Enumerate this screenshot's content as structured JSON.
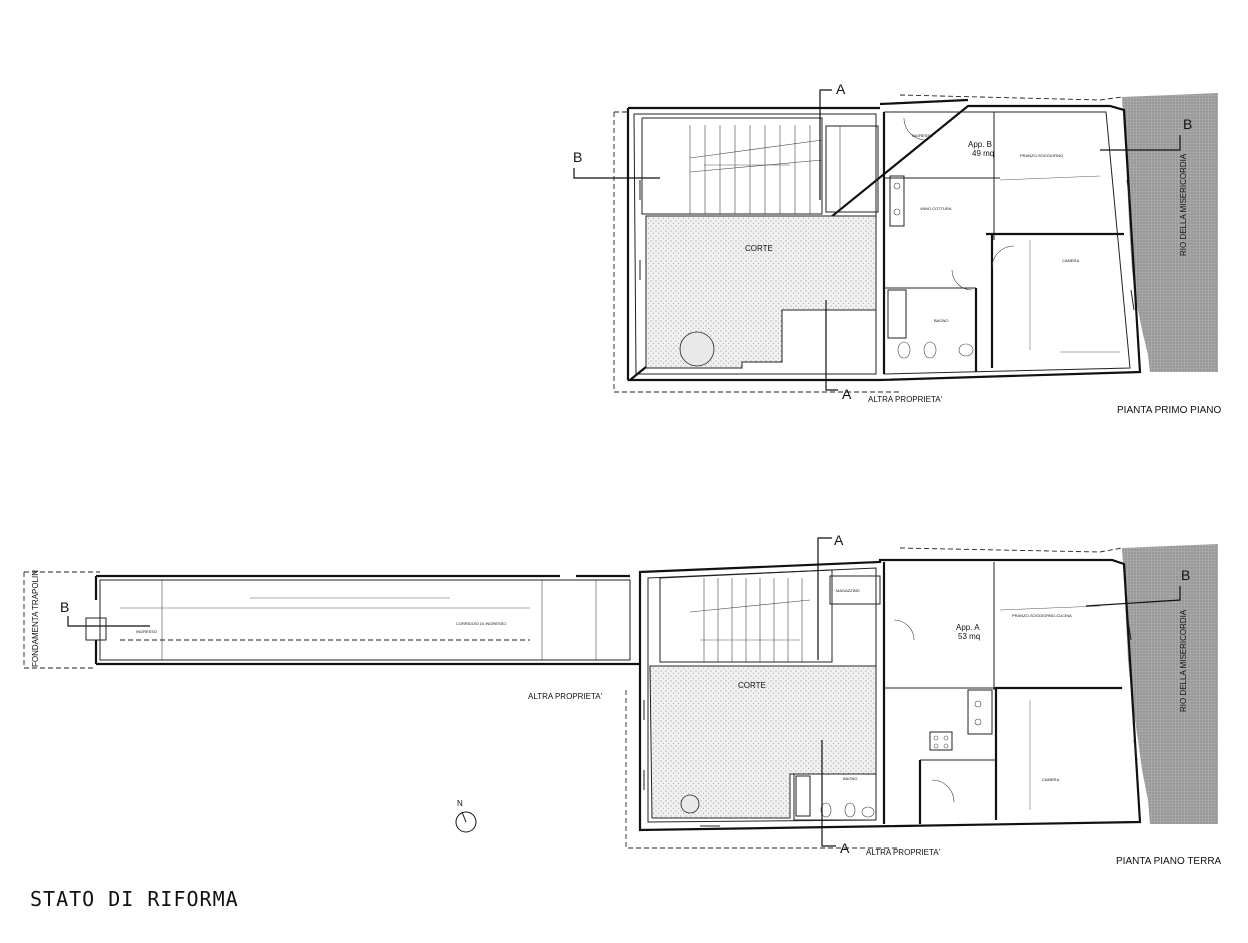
{
  "main_title": "STATO DI RIFORMA",
  "north_label": "N",
  "first_floor": {
    "caption": "PIANTA PRIMO PIANO",
    "section_a": "A",
    "section_b": "B",
    "court": "CORTE",
    "canal": "RIO DELLA MISERICORDIA",
    "neighbour": "ALTRA PROPRIETA'",
    "apartment_name": "App. B",
    "apartment_area": "49 mq",
    "rooms": {
      "entrance": "INGRESSO",
      "kitchen": "VANO COTTURA",
      "living": "PRANZO-SOGGIORNO",
      "bedroom": "CAMERA",
      "bathroom": "BAGNO"
    }
  },
  "ground_floor": {
    "caption": "PIANTA PIANO TERRA",
    "section_a": "A",
    "section_b": "B",
    "court": "CORTE",
    "canal": "RIO DELLA MISERICORDIA",
    "street": "FONDAMENTA TRAPOLIN",
    "neighbour_1": "ALTRA PROPRIETA'",
    "neighbour_2": "ALTRA PROPRIETA'",
    "apartment_name": "App. A",
    "apartment_area": "53 mq",
    "rooms": {
      "entrance": "INGRESSO",
      "corridor": "CORRIDOIO DI INGRESSO",
      "storage": "MAGAZZINO",
      "living": "PRANZO-SOGGIORNO-CUCINA",
      "bedroom": "CAMERA",
      "bathroom": "BAGNO"
    }
  },
  "colors": {
    "ink": "#111111",
    "hatch": "#9a9a9a",
    "background": "#ffffff"
  }
}
